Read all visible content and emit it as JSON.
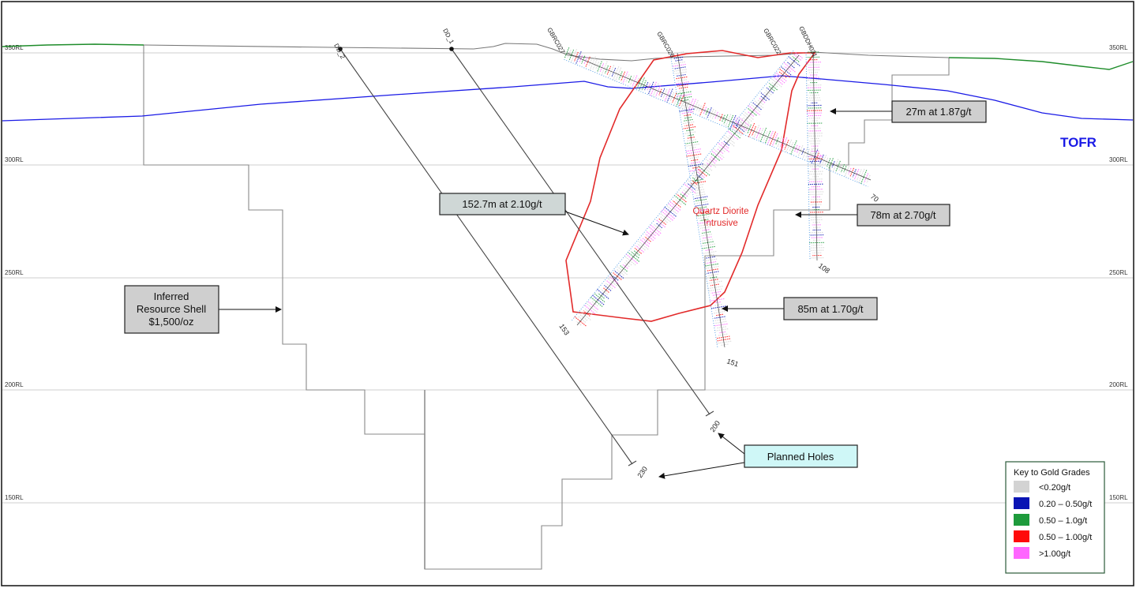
{
  "rl_levels": [
    "350RL",
    "300RL",
    "250RL",
    "200RL",
    "150RL"
  ],
  "topo_label": "TOFR",
  "colors": {
    "topo": "#1a1ae6",
    "surface_green": "#1e8c2a",
    "intrusive": "#e22a2a",
    "shell": "#8a8a8a",
    "hole": "#444444",
    "grade_low": "#d3d3d3",
    "grade_0_2": "#0a14b4",
    "grade_0_5": "#1e9b3c",
    "grade_0_5b": "#ff0a0a",
    "grade_high": "#ff66ff"
  },
  "planned_holes": [
    {
      "name": "DD_2",
      "end_depth": "230"
    },
    {
      "name": "DD_1",
      "end_depth": "200"
    }
  ],
  "drill_holes": [
    {
      "name": "GBRC027",
      "end_depth": "70"
    },
    {
      "name": "GBRC026",
      "end_depth": "151"
    },
    {
      "name": "GBRC022",
      "end_depth": "153"
    },
    {
      "name": "GBDDH031",
      "end_depth": "108"
    }
  ],
  "intrusive_label": {
    "line1": "Quartz Diorite",
    "line2": "Intrusive"
  },
  "callouts": {
    "c1": "27m at 1.87g/t",
    "c2": "152.7m at 2.10g/t",
    "c3": "78m at 2.70g/t",
    "c4": "85m at 1.70g/t",
    "c5": {
      "line1": "Inferred",
      "line2": "Resource Shell",
      "line3": "$1,500/oz"
    },
    "c6": "Planned Holes"
  },
  "legend": {
    "title": "Key to Gold Grades",
    "items": [
      {
        "label": "<0.20g/t",
        "color": "#d3d3d3"
      },
      {
        "label": "0.20 – 0.50g/t",
        "color": "#0a14b4"
      },
      {
        "label": "0.50 – 1.0g/t",
        "color": "#1e9b3c"
      },
      {
        "label": "0.50 – 1.00g/t",
        "color": "#ff0a0a"
      },
      {
        "label": ">1.00g/t",
        "color": "#ff66ff"
      }
    ]
  }
}
